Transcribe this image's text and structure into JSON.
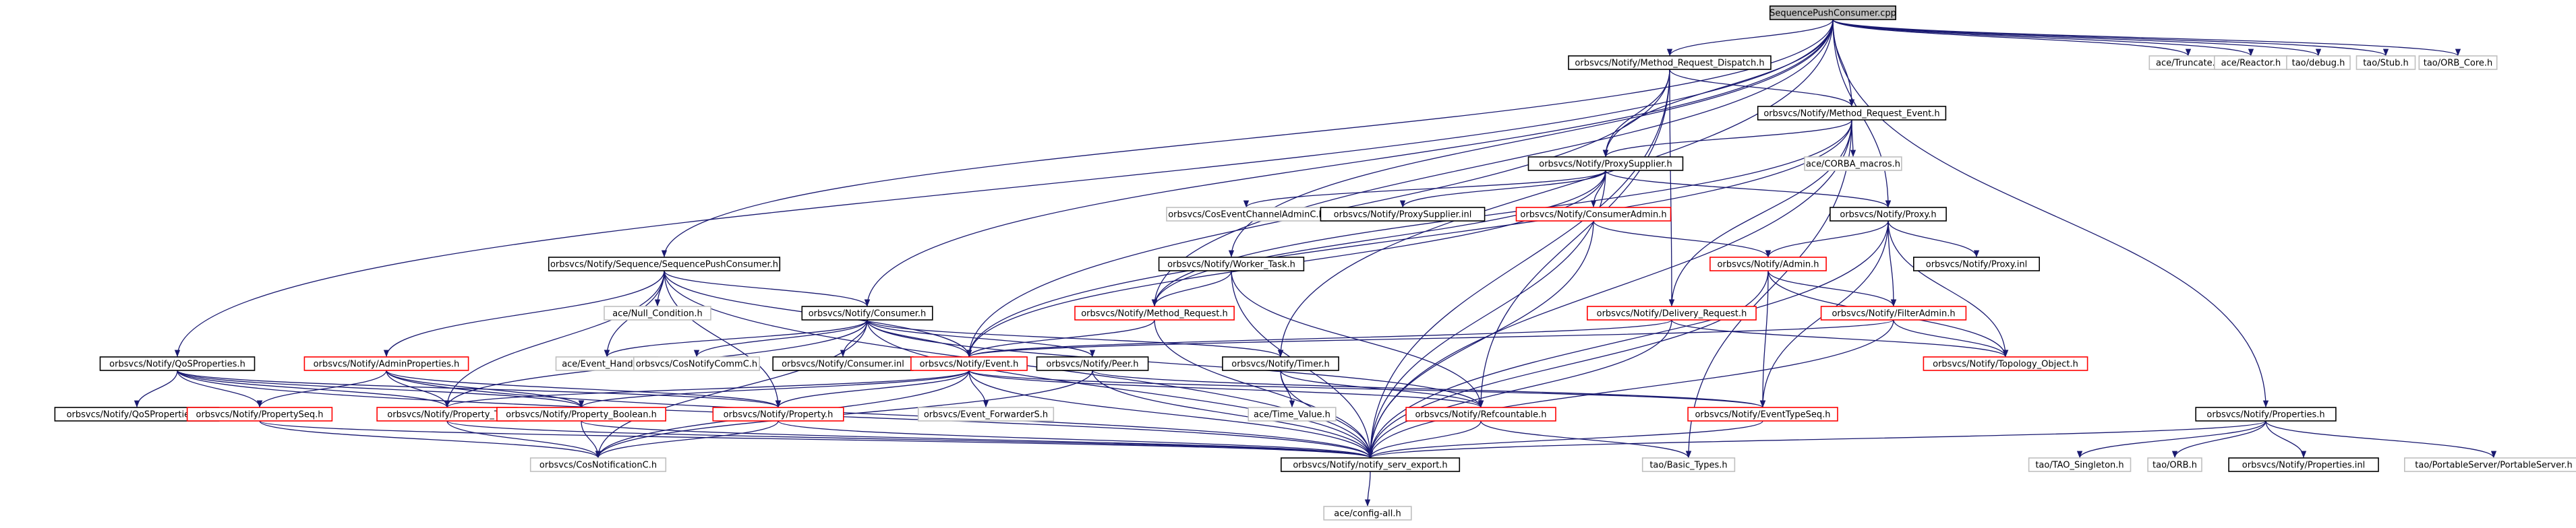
{
  "nodes": {
    "root": {
      "label": "SequencePushConsumer.cpp",
      "style": "root"
    },
    "mrd": {
      "label": "orbsvcs/Notify/Method_Request_Dispatch.h",
      "style": "black"
    },
    "truncate": {
      "label": "ace/Truncate.h",
      "style": "gray"
    },
    "reactor": {
      "label": "ace/Reactor.h",
      "style": "gray"
    },
    "debug": {
      "label": "tao/debug.h",
      "style": "gray"
    },
    "stub": {
      "label": "tao/Stub.h",
      "style": "gray"
    },
    "orbcore": {
      "label": "tao/ORB_Core.h",
      "style": "gray"
    },
    "mre": {
      "label": "orbsvcs/Notify/Method_Request_Event.h",
      "style": "black"
    },
    "corbamacros": {
      "label": "ace/CORBA_macros.h",
      "style": "gray"
    },
    "proxysupplier": {
      "label": "orbsvcs/Notify/ProxySupplier.h",
      "style": "black"
    },
    "coseventchannel": {
      "label": "orbsvcs/CosEventChannelAdminC.h",
      "style": "gray"
    },
    "proxysupplierinl": {
      "label": "orbsvcs/Notify/ProxySupplier.inl",
      "style": "black"
    },
    "consumeradmin": {
      "label": "orbsvcs/Notify/ConsumerAdmin.h",
      "style": "red"
    },
    "proxy": {
      "label": "orbsvcs/Notify/Proxy.h",
      "style": "black"
    },
    "proxyinl": {
      "label": "orbsvcs/Notify/Proxy.inl",
      "style": "black"
    },
    "admin": {
      "label": "orbsvcs/Notify/Admin.h",
      "style": "red"
    },
    "seqpush": {
      "label": "orbsvcs/Notify/Sequence/SequencePushConsumer.h",
      "style": "black"
    },
    "nullcond": {
      "label": "ace/Null_Condition.h",
      "style": "gray"
    },
    "workertask": {
      "label": "orbsvcs/Notify/Worker_Task.h",
      "style": "black"
    },
    "methodrequest": {
      "label": "orbsvcs/Notify/Method_Request.h",
      "style": "red"
    },
    "deliveryrequest": {
      "label": "orbsvcs/Notify/Delivery_Request.h",
      "style": "red"
    },
    "filteradmin": {
      "label": "orbsvcs/Notify/FilterAdmin.h",
      "style": "red"
    },
    "topology": {
      "label": "orbsvcs/Notify/Topology_Object.h",
      "style": "red"
    },
    "consumer": {
      "label": "orbsvcs/Notify/Consumer.h",
      "style": "black"
    },
    "qosprops": {
      "label": "orbsvcs/Notify/QoSProperties.h",
      "style": "black"
    },
    "adminprops": {
      "label": "orbsvcs/Notify/AdminProperties.h",
      "style": "red"
    },
    "eventhandler": {
      "label": "ace/Event_Handler.h",
      "style": "gray"
    },
    "cosnotifycomm": {
      "label": "orbsvcs/CosNotifyCommC.h",
      "style": "gray"
    },
    "consumerinl": {
      "label": "orbsvcs/Notify/Consumer.inl",
      "style": "black"
    },
    "event": {
      "label": "orbsvcs/Notify/Event.h",
      "style": "red"
    },
    "peerh": {
      "label": "orbsvcs/Notify/Peer.h",
      "style": "black"
    },
    "timer": {
      "label": "orbsvcs/Notify/Timer.h",
      "style": "black"
    },
    "qospropsinl": {
      "label": "orbsvcs/Notify/QoSProperties.inl",
      "style": "black"
    },
    "propseq": {
      "label": "orbsvcs/Notify/PropertySeq.h",
      "style": "red"
    },
    "propt": {
      "label": "orbsvcs/Notify/Property_T.h",
      "style": "red"
    },
    "propbool": {
      "label": "orbsvcs/Notify/Property_Boolean.h",
      "style": "red"
    },
    "prop": {
      "label": "orbsvcs/Notify/Property.h",
      "style": "red"
    },
    "eventfwd": {
      "label": "orbsvcs/Event_ForwarderS.h",
      "style": "gray"
    },
    "refcountable": {
      "label": "orbsvcs/Notify/Refcountable.h",
      "style": "red"
    },
    "eventtypeseq": {
      "label": "orbsvcs/Notify/EventTypeSeq.h",
      "style": "red"
    },
    "timevalue": {
      "label": "ace/Time_Value.h",
      "style": "gray"
    },
    "properties": {
      "label": "orbsvcs/Notify/Properties.h",
      "style": "black"
    },
    "cosnotification": {
      "label": "orbsvcs/CosNotificationC.h",
      "style": "gray"
    },
    "servexport": {
      "label": "orbsvcs/Notify/notify_serv_export.h",
      "style": "black"
    },
    "basictypes": {
      "label": "tao/Basic_Types.h",
      "style": "gray"
    },
    "taosingleton": {
      "label": "tao/TAO_Singleton.h",
      "style": "gray"
    },
    "orbh": {
      "label": "tao/ORB.h",
      "style": "gray"
    },
    "propertiesinl": {
      "label": "orbsvcs/Notify/Properties.inl",
      "style": "black"
    },
    "portableserver": {
      "label": "tao/PortableServer/PortableServer.h",
      "style": "gray"
    },
    "configall": {
      "label": "ace/config-all.h",
      "style": "gray"
    }
  },
  "colors": {
    "edge": "#191970",
    "root_fill": "#bfbfbf",
    "black_border": "#000000",
    "red_border": "#ff0000",
    "gray_border": "#bfbfbf",
    "text": "#000000"
  }
}
